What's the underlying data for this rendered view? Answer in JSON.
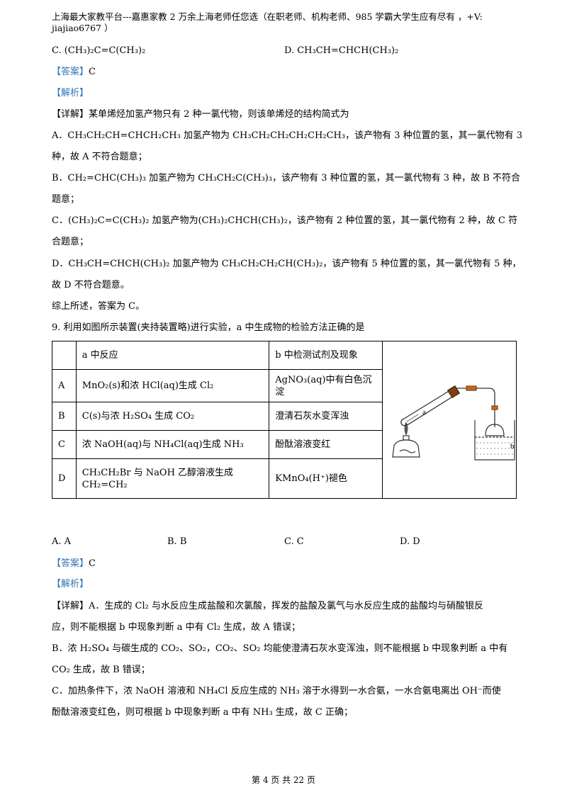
{
  "header": {
    "line1": "上海最大家教平台---嘉惠家教    2 万余上海老师任您选（在职老师、机构老师、985 学霸大学生应有尽有  ，+V:",
    "line2": "jiajiao6767 ）"
  },
  "q8": {
    "optC": "C. (CH₃)₂C=C(CH₃)₂",
    "optD": "D. CH₃CH=CHCH(CH₃)₂",
    "answer_tag": "【答案】",
    "answer": "C",
    "analysis_tag": "【解析】",
    "detail_tag": "【详解】",
    "detail_intro": "某单烯烃加氢产物只有 2 种一氯代物，则该单烯烃的结构简式为",
    "a1": "A．CH₃CH₂CH=CHCH₂CH₃ 加氢产物为 CH₃CH₂CH₂CH₂CH₂CH₃，该产物有 3 种位置的氢，其一氯代物有 3",
    "a2": "种，故 A 不符合题意；",
    "b1": "B．CH₂=CHC(CH₃)₃ 加氢产物为 CH₃CH₂C(CH₃)₃，该产物有 3 种位置的氢，其一氯代物有 3 种，故 B 不符合",
    "b2": "题意；",
    "c1": "C．(CH₃)₂C=C(CH₃)₂ 加氢产物为(CH₃)₂CHCH(CH₃)₂，该产物有 2 种位置的氢，其一氯代物有 2 种，故 C 符",
    "c2": "合题意；",
    "d1": "D．CH₃CH=CHCH(CH₃)₂ 加氢产物为 CH₃CH₂CH₂CH(CH₃)₂，该产物有 5 种位置的氢，其一氯代物有 5 种，",
    "d2": "故 D 不符合题意。",
    "summary": "综上所述，答案为 C。"
  },
  "q9": {
    "stem": "9. 利用如图所示装置(夹持装置略)进行实验，a 中生成物的检验方法正确的是",
    "table": {
      "header_a": "a 中反应",
      "header_b": "b 中检测试剂及现象",
      "rows": [
        {
          "label": "A",
          "a": "MnO₂(s)和浓 HCl(aq)生成 Cl₂",
          "b1": "AgNO₃(aq)中有白色沉",
          "b2": "淀"
        },
        {
          "label": "B",
          "a": "C(s)与浓 H₂SO₄ 生成 CO₂",
          "b1": "澄清石灰水变浑浊",
          "b2": ""
        },
        {
          "label": "C",
          "a": "浓 NaOH(aq)与 NH₄Cl(aq)生成 NH₃",
          "b1": "酚酞溶液变红",
          "b2": ""
        },
        {
          "label": "D",
          "a": "CH₃CH₂Br 与 NaOH 乙醇溶液生成",
          "a2": "CH₂=CH₂",
          "b1": "KMnO₄(H⁺)褪色",
          "b2": ""
        }
      ]
    },
    "diagram_labels": {
      "a": "a",
      "b": "b"
    },
    "options": [
      "A. A",
      "B. B",
      "C. C",
      "D. D"
    ],
    "answer_tag": "【答案】",
    "answer": "C",
    "analysis_tag": "【解析】",
    "detail_tag": "【详解】",
    "a1": "A．生成的 Cl₂ 与水反应生成盐酸和次氯酸，挥发的盐酸及氯气与水反应生成的盐酸均与硝酸银反",
    "a2": "应，则不能根据 b 中现象判断 a 中有 Cl₂ 生成，故 A 错误；",
    "b1": "B．浓 H₂SO₄ 与碳生成的 CO₂、SO₂，CO₂、SO₂ 均能使澄清石灰水变浑浊，则不能根据 b 中现象判断 a 中有",
    "b2": "CO₂ 生成，故 B 错误；",
    "c1": "C．加热条件下，浓 NaOH 溶液和 NH₄Cl 反应生成的 NH₃ 溶于水得到一水合氨，一水合氨电离出 OH⁻而使",
    "c2": "酚酞溶液变红色，则可根据 b 中现象判断 a 中有 NH₃ 生成，故 C 正确；"
  },
  "footer": "第 4 页 共 22 页"
}
